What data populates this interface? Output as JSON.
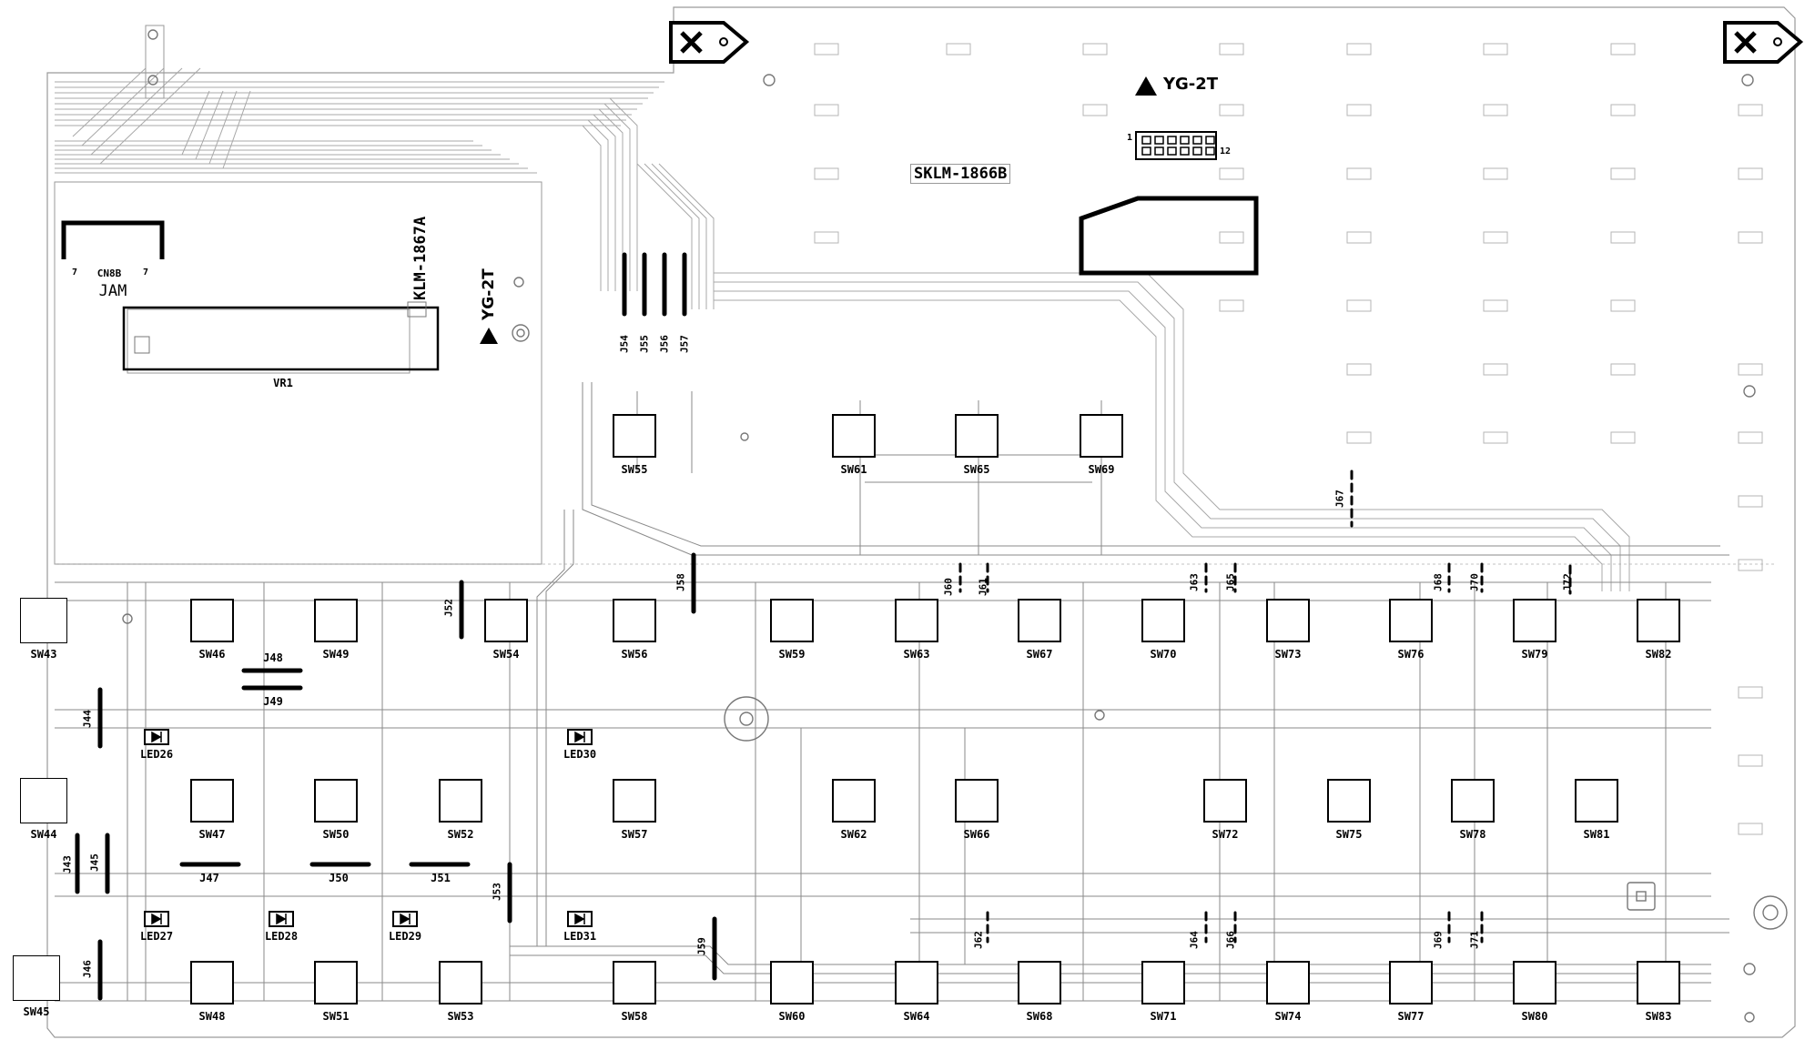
{
  "board": {
    "part_number_main": "SKLM-1866B",
    "part_number_sub": "KLM-1867A",
    "model_main": "YG-2T",
    "model_sub": "YG-2T",
    "connector_label": "CN8B",
    "connector_pin_left": "7",
    "connector_pin_right": "7",
    "jam_label": "JAM",
    "vr_label": "VR1",
    "header_pin_1": "1",
    "header_pin_12": "12"
  },
  "switches": [
    {
      "id": "SW43"
    },
    {
      "id": "SW44"
    },
    {
      "id": "SW45"
    },
    {
      "id": "SW46"
    },
    {
      "id": "SW47"
    },
    {
      "id": "SW48"
    },
    {
      "id": "SW49"
    },
    {
      "id": "SW50"
    },
    {
      "id": "SW51"
    },
    {
      "id": "SW52"
    },
    {
      "id": "SW53"
    },
    {
      "id": "SW54"
    },
    {
      "id": "SW55"
    },
    {
      "id": "SW56"
    },
    {
      "id": "SW57"
    },
    {
      "id": "SW58"
    },
    {
      "id": "SW59"
    },
    {
      "id": "SW60"
    },
    {
      "id": "SW61"
    },
    {
      "id": "SW62"
    },
    {
      "id": "SW63"
    },
    {
      "id": "SW64"
    },
    {
      "id": "SW65"
    },
    {
      "id": "SW66"
    },
    {
      "id": "SW67"
    },
    {
      "id": "SW68"
    },
    {
      "id": "SW69"
    },
    {
      "id": "SW70"
    },
    {
      "id": "SW71"
    },
    {
      "id": "SW72"
    },
    {
      "id": "SW73"
    },
    {
      "id": "SW74"
    },
    {
      "id": "SW75"
    },
    {
      "id": "SW76"
    },
    {
      "id": "SW77"
    },
    {
      "id": "SW78"
    },
    {
      "id": "SW79"
    },
    {
      "id": "SW80"
    },
    {
      "id": "SW81"
    },
    {
      "id": "SW82"
    },
    {
      "id": "SW83"
    }
  ],
  "leds": [
    {
      "id": "LED26"
    },
    {
      "id": "LED27"
    },
    {
      "id": "LED28"
    },
    {
      "id": "LED29"
    },
    {
      "id": "LED30"
    },
    {
      "id": "LED31"
    }
  ],
  "jumpers": [
    {
      "id": "J43"
    },
    {
      "id": "J44"
    },
    {
      "id": "J45"
    },
    {
      "id": "J46"
    },
    {
      "id": "J47"
    },
    {
      "id": "J48"
    },
    {
      "id": "J49"
    },
    {
      "id": "J50"
    },
    {
      "id": "J51"
    },
    {
      "id": "J52"
    },
    {
      "id": "J53"
    },
    {
      "id": "J54"
    },
    {
      "id": "J55"
    },
    {
      "id": "J56"
    },
    {
      "id": "J57"
    },
    {
      "id": "J58"
    },
    {
      "id": "J59"
    },
    {
      "id": "J60"
    },
    {
      "id": "J61"
    },
    {
      "id": "J62"
    },
    {
      "id": "J63"
    },
    {
      "id": "J64"
    },
    {
      "id": "J65"
    },
    {
      "id": "J66"
    },
    {
      "id": "J67"
    },
    {
      "id": "J68"
    },
    {
      "id": "J69"
    },
    {
      "id": "J70"
    },
    {
      "id": "J71"
    },
    {
      "id": "J72"
    }
  ],
  "colors": {
    "ink": "#000000",
    "trace": "#8a8a8a",
    "faint": "#b5b5b5",
    "paper": "#ffffff"
  }
}
